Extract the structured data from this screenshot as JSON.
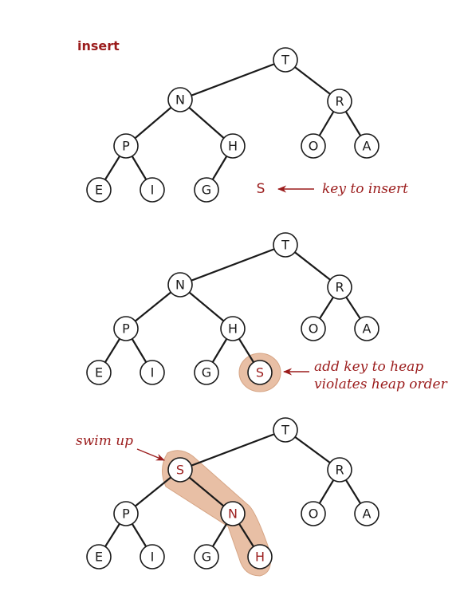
{
  "title": "insert",
  "panel1": {
    "nodes": [
      "T",
      "N",
      "R",
      "P",
      "H",
      "O",
      "A",
      "E",
      "I",
      "G"
    ],
    "free_key": "S",
    "annotation": "key to insert"
  },
  "panel2": {
    "nodes": [
      "T",
      "N",
      "R",
      "P",
      "H",
      "O",
      "A",
      "E",
      "I",
      "G",
      "S"
    ],
    "annotation_line1": "add key to heap",
    "annotation_line2": "violates heap order"
  },
  "panel3": {
    "nodes": [
      "T",
      "S",
      "R",
      "P",
      "N",
      "O",
      "A",
      "E",
      "I",
      "G",
      "H"
    ],
    "annotation": "swim up"
  }
}
